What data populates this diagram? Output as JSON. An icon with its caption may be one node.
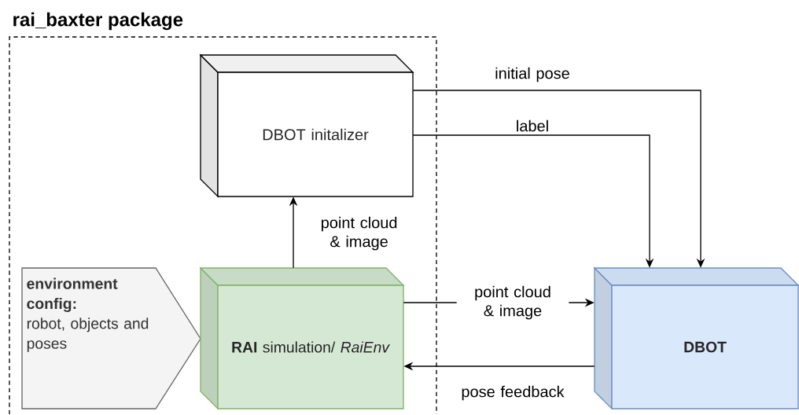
{
  "diagram": {
    "nodes": [
      {
        "text": [
          "rai_baxter package"
        ]
      },
      {
        "text": [
          "DBOT initalizer"
        ],
        "in": 0
      },
      {
        "text": [
          "environment config:",
          "robot, objects and poses"
        ],
        "in": 0
      },
      {
        "text": [
          "**RAI** simulation/ *RaiEnv*"
        ],
        "in": 0
      },
      {
        "text": [
          "DBOT"
        ]
      }
    ],
    "edges": [
      {
        "from": 3,
        "to": 1,
        "arrow": "to",
        "label": "point cloud & image"
      },
      {
        "from": 1,
        "to": 4,
        "arrow": "to",
        "label": "initial pose"
      },
      {
        "from": 1,
        "to": 4,
        "arrow": "to",
        "label": "label"
      },
      {
        "from": 3,
        "to": 4,
        "arrow": "to",
        "label": "point cloud & image"
      },
      {
        "from": 4,
        "to": 3,
        "arrow": "to",
        "label": "pose feedback"
      }
    ]
  }
}
